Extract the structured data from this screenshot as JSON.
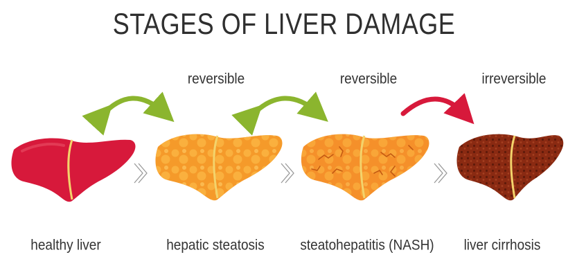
{
  "title": "STAGES OF LIVER DAMAGE",
  "transitions": [
    {
      "label": "reversible",
      "color": "#8bb52e"
    },
    {
      "label": "reversible",
      "color": "#8bb52e"
    },
    {
      "label": "irreversible",
      "color": "#d7193b"
    }
  ],
  "stages": [
    {
      "label": "healthy liver",
      "color": "#d7193b",
      "icon": "healthy-liver-icon"
    },
    {
      "label": "hepatic steatosis",
      "color": "#f59a2a",
      "icon": "fatty-liver-icon"
    },
    {
      "label": "steatohepatitis (NASH)",
      "color": "#f5902a",
      "icon": "nash-liver-icon"
    },
    {
      "label": "liver cirrhosis",
      "color": "#8a2a12",
      "icon": "cirrhosis-liver-icon"
    }
  ],
  "colors": {
    "gallbladder_line": "#f3d36b",
    "separator": "#9a9a9a"
  }
}
